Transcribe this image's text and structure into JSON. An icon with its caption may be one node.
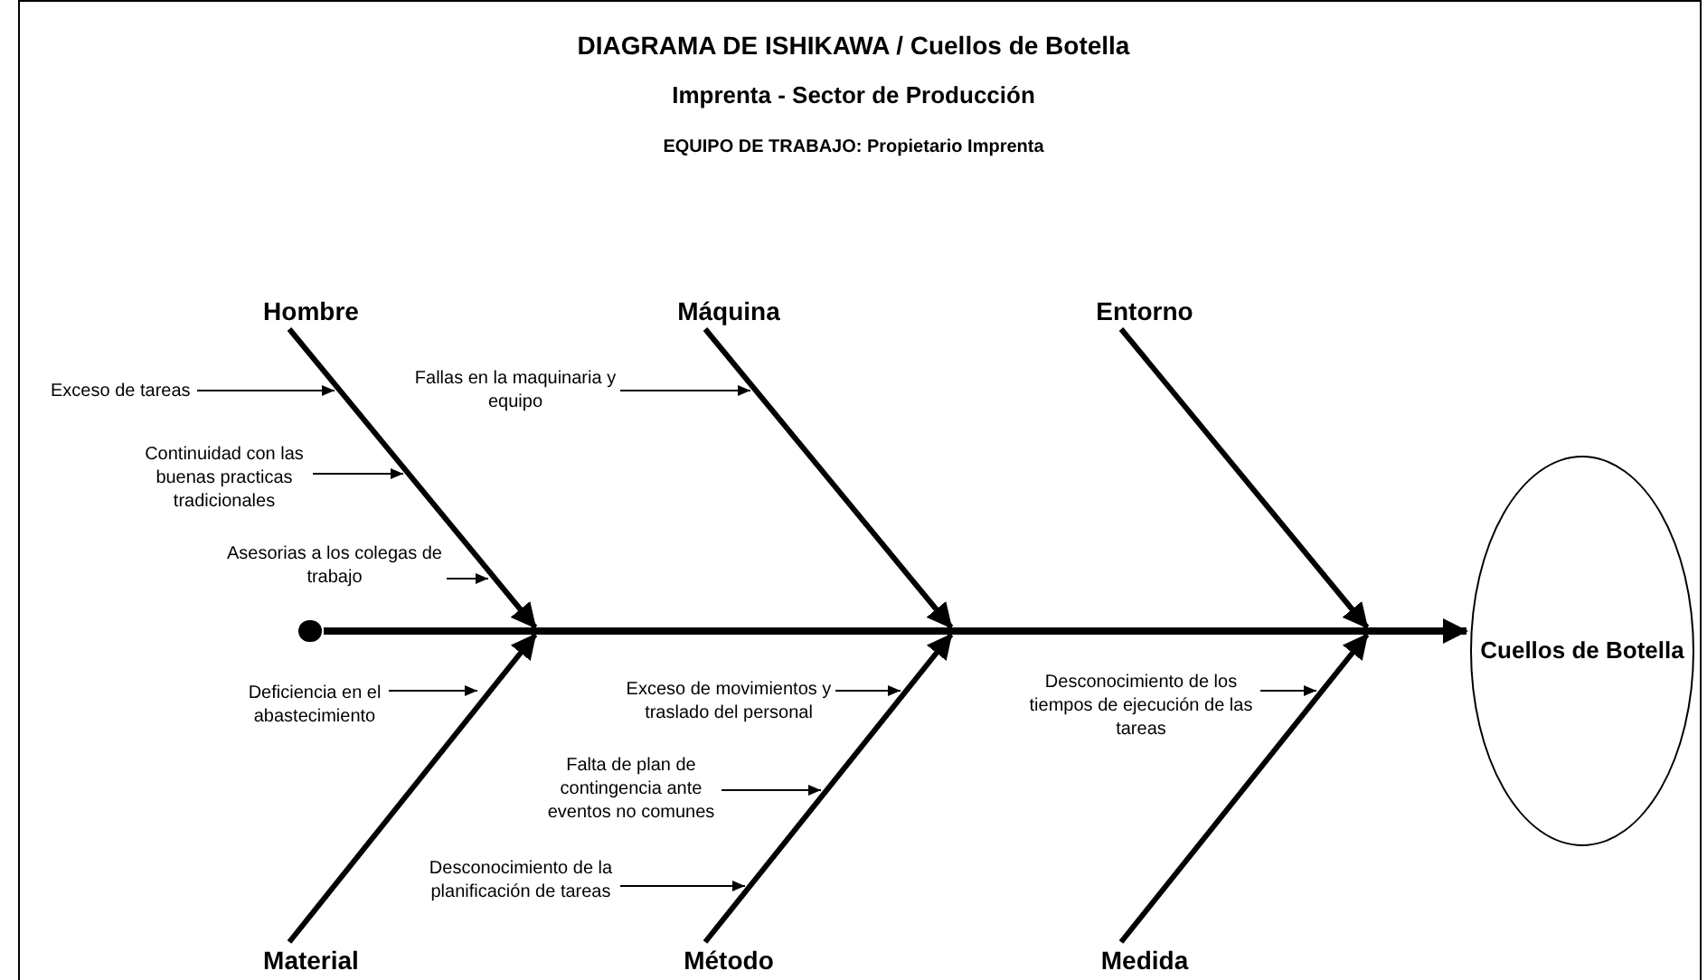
{
  "diagram": {
    "title": "DIAGRAMA DE ISHIKAWA / Cuellos de Botella",
    "nodes": [
      {
        "text": [
          "Hombre"
        ]
      },
      {
        "text": [
          "Máquina"
        ]
      },
      {
        "text": [
          "Entorno"
        ]
      },
      {
        "text": [
          "Exceso de tareas"
        ]
      },
      {
        "text": [
          "Fallas en la maquinaria y equipo"
        ]
      },
      {
        "text": [
          "Continuidad con las buenas practicas tradicionales"
        ]
      },
      {
        "text": [
          "Asesorias a los colegas de trabajo"
        ]
      },
      {
        "text": [],
        "shape": "circle"
      },
      {
        "text": [
          "Cuellos de Botella"
        ]
      },
      {
        "text": [
          "Deficiencia en el abastecimiento"
        ]
      },
      {
        "text": [
          "Exceso de movimientos y traslado del personal"
        ]
      },
      {
        "text": [
          "Desconocimiento de los tiempos de ejecución de las tareas"
        ]
      },
      {
        "text": [
          "Falta de plan de contingencia ante eventos no comunes"
        ]
      },
      {
        "text": [
          "Desconocimiento de la planificación de tareas"
        ]
      },
      {
        "text": [
          "Material"
        ]
      },
      {
        "text": [
          "Método"
        ]
      },
      {
        "text": [
          "Medida"
        ]
      }
    ],
    "edges": [
      {
        "from": 0,
        "to": null,
        "arrow": "to",
        "style": "thick"
      },
      {
        "from": 1,
        "to": null,
        "arrow": "to",
        "style": "thick"
      },
      {
        "from": 2,
        "to": null,
        "arrow": "to",
        "style": "thick"
      },
      {
        "from": 14,
        "to": null,
        "arrow": "to",
        "style": "thick"
      },
      {
        "from": 15,
        "to": null,
        "arrow": "to",
        "style": "thick"
      },
      {
        "from": 16,
        "to": null,
        "arrow": "to",
        "style": "thick"
      },
      {
        "from": 7,
        "to": 8,
        "arrow": "to",
        "style": "thick"
      },
      {
        "from": 3,
        "to": null,
        "arrow": "to"
      },
      {
        "from": 5,
        "to": null,
        "arrow": "to"
      },
      {
        "from": 6,
        "to": null,
        "arrow": "to"
      },
      {
        "from": 4,
        "to": null,
        "arrow": "to"
      },
      {
        "from": 9,
        "to": null,
        "arrow": "to"
      },
      {
        "from": 10,
        "to": null,
        "arrow": "to"
      },
      {
        "from": 11,
        "to": null,
        "arrow": "to"
      },
      {
        "from": 12,
        "to": null,
        "arrow": "to"
      },
      {
        "from": 13,
        "to": null,
        "arrow": "to"
      }
    ],
    "labels": [
      "Imprenta - Sector de Producción",
      "EQUIPO DE TRABAJO: Propietario Imprenta"
    ]
  }
}
